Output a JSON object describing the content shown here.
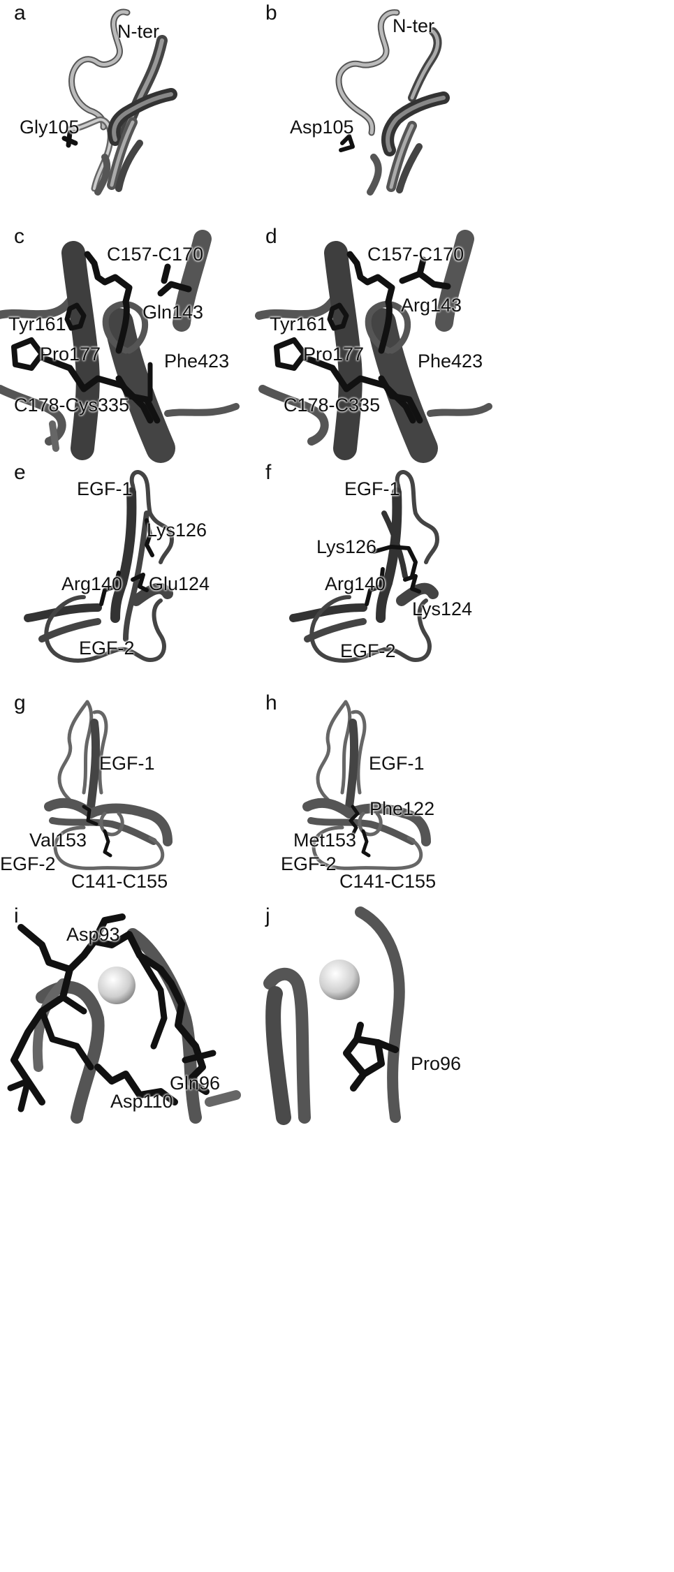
{
  "figure": {
    "panels": [
      {
        "letter": "a",
        "labels": [
          "N-ter",
          "Gly105"
        ]
      },
      {
        "letter": "b",
        "labels": [
          "N-ter",
          "Asp105"
        ]
      },
      {
        "letter": "c",
        "labels": [
          "C157-C170",
          "Gln143",
          "Tyr161",
          "Pro177",
          "Phe423",
          "C178-Cys335"
        ]
      },
      {
        "letter": "d",
        "labels": [
          "C157-C170",
          "Arg143",
          "Tyr161",
          "Pro177",
          "Phe423",
          "C178-C335"
        ]
      },
      {
        "letter": "e",
        "labels": [
          "EGF-1",
          "Lys126",
          "Arg140",
          "Glu124",
          "EGF-2"
        ]
      },
      {
        "letter": "f",
        "labels": [
          "EGF-1",
          "Lys126",
          "Arg140",
          "Lys124",
          "EGF-2"
        ]
      },
      {
        "letter": "g",
        "labels": [
          "EGF-1",
          "Val153",
          "EGF-2",
          "C141-C155"
        ]
      },
      {
        "letter": "h",
        "labels": [
          "EGF-1",
          "Phe122",
          "Met153",
          "EGF-2",
          "C141-C155"
        ]
      },
      {
        "letter": "i",
        "labels": [
          "Asp93",
          "Asp110",
          "Gln96"
        ]
      },
      {
        "letter": "j",
        "labels": [
          "Pro96"
        ]
      }
    ]
  }
}
